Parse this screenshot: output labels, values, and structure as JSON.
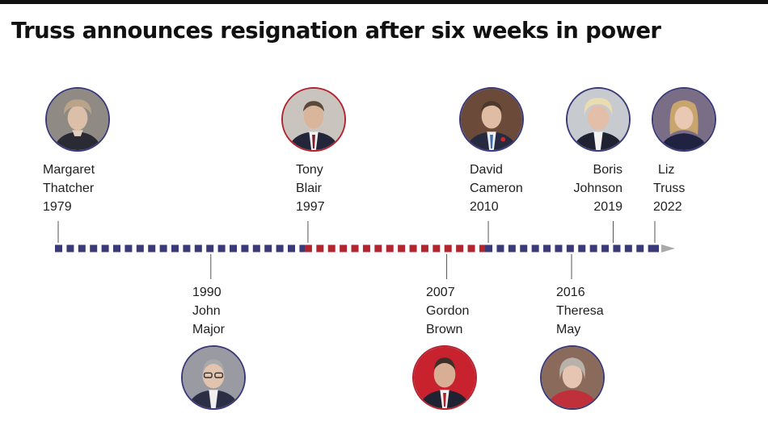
{
  "title": "Truss announces resignation after six weeks in power",
  "colors": {
    "conservative": "#3b3a78",
    "labour": "#b32431",
    "tick": "#555555",
    "arrow": "#aaaaaa",
    "topbar": "#111111"
  },
  "timeline": {
    "start_year": 1979,
    "end_year": 2022,
    "segments": [
      {
        "from": 1979,
        "to": 1997,
        "party": "conservative"
      },
      {
        "from": 1997,
        "to": 2010,
        "party": "labour"
      },
      {
        "from": 2010,
        "to": 2022,
        "party": "conservative"
      }
    ]
  },
  "prime_ministers": [
    {
      "first": "Margaret",
      "last": "Thatcher",
      "year": "1979",
      "party": "conservative",
      "portrait": "thatcher-portrait"
    },
    {
      "first": "John",
      "last": "Major",
      "year": "1990",
      "party": "conservative",
      "portrait": "major-portrait"
    },
    {
      "first": "Tony",
      "last": "Blair",
      "year": "1997",
      "party": "labour",
      "portrait": "blair-portrait"
    },
    {
      "first": "Gordon",
      "last": "Brown",
      "year": "2007",
      "party": "labour",
      "portrait": "brown-portrait"
    },
    {
      "first": "David",
      "last": "Cameron",
      "year": "2010",
      "party": "conservative",
      "portrait": "cameron-portrait"
    },
    {
      "first": "Theresa",
      "last": "May",
      "year": "2016",
      "party": "conservative",
      "portrait": "may-portrait"
    },
    {
      "first": "Boris",
      "last": "Johnson",
      "year": "2019",
      "party": "conservative",
      "portrait": "johnson-portrait"
    },
    {
      "first": "Liz",
      "last": "Truss",
      "year": "2022",
      "party": "conservative",
      "portrait": "truss-portrait"
    }
  ]
}
